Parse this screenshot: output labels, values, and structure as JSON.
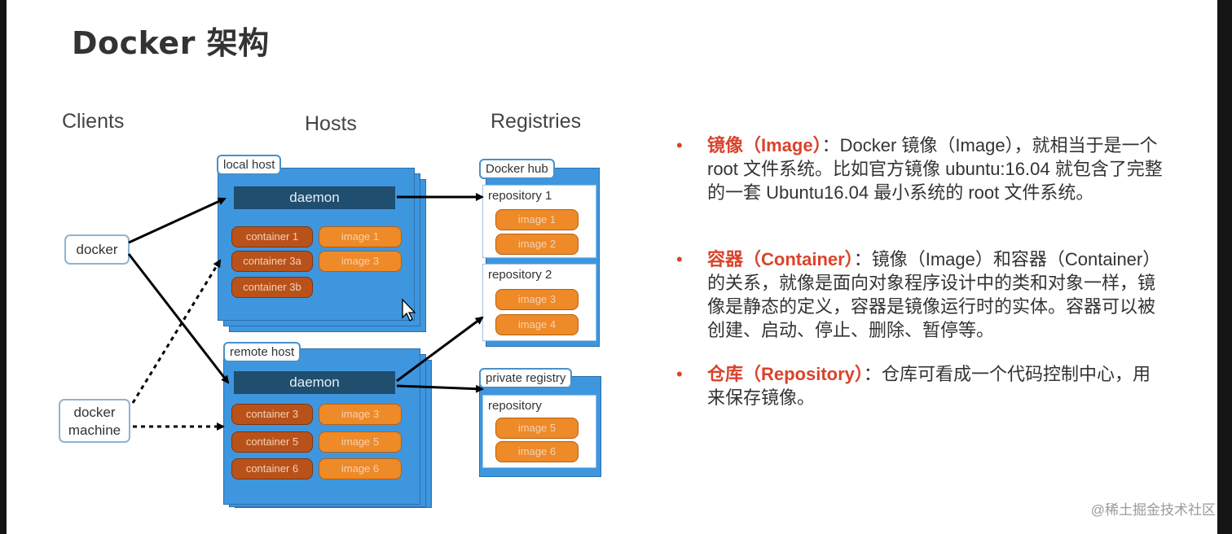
{
  "title": "Docker 架构",
  "diagram": {
    "columns": {
      "clients": "Clients",
      "hosts": "Hosts",
      "registries": "Registries"
    },
    "clients": {
      "docker": "docker",
      "docker_machine": [
        "docker",
        "machine"
      ]
    },
    "local_host": {
      "label": "local host",
      "daemon": "daemon",
      "containers": [
        "container 1",
        "container 3a",
        "container 3b"
      ],
      "images": [
        "image 1",
        "image 3"
      ]
    },
    "remote_host": {
      "label": "remote host",
      "daemon": "daemon",
      "containers": [
        "container 3",
        "container 5",
        "container 6"
      ],
      "images": [
        "image 3",
        "image 5",
        "image 6"
      ]
    },
    "docker_hub": {
      "label": "Docker hub",
      "repositories": [
        {
          "label": "repository 1",
          "images": [
            "image 1",
            "image 2"
          ]
        },
        {
          "label": "repository 2",
          "images": [
            "image 3",
            "image 4"
          ]
        }
      ]
    },
    "private_registry": {
      "label": "private registry",
      "repository": {
        "label": "repository",
        "images": [
          "image 5",
          "image 6"
        ]
      }
    }
  },
  "bullets": [
    {
      "term": "镜像（Image）",
      "sep": "：",
      "text": "Docker 镜像（Image），就相当于是一个 root 文件系统。比如官方镜像 ubuntu:16.04 就包含了完整的一套 Ubuntu16.04 最小系统的 root 文件系统。"
    },
    {
      "term": "容器（Container）",
      "sep": "：",
      "text": "镜像（Image）和容器（Container）的关系，就像是面向对象程序设计中的类和对象一样，镜像是静态的定义，容器是镜像运行时的实体。容器可以被创建、启动、停止、删除、暂停等。"
    },
    {
      "term": "仓库（Repository）",
      "sep": "：",
      "text": "仓库可看成一个代码控制中心，用来保存镜像。"
    }
  ],
  "bullet_char": "•",
  "watermark": "@稀土掘金技术社区",
  "colors": {
    "accent_red": "#d9432b",
    "host_blue": "#3e97de",
    "daemon_navy": "#1f4e6e",
    "container_orange": "#b9521a",
    "image_orange": "#ee8a27"
  }
}
